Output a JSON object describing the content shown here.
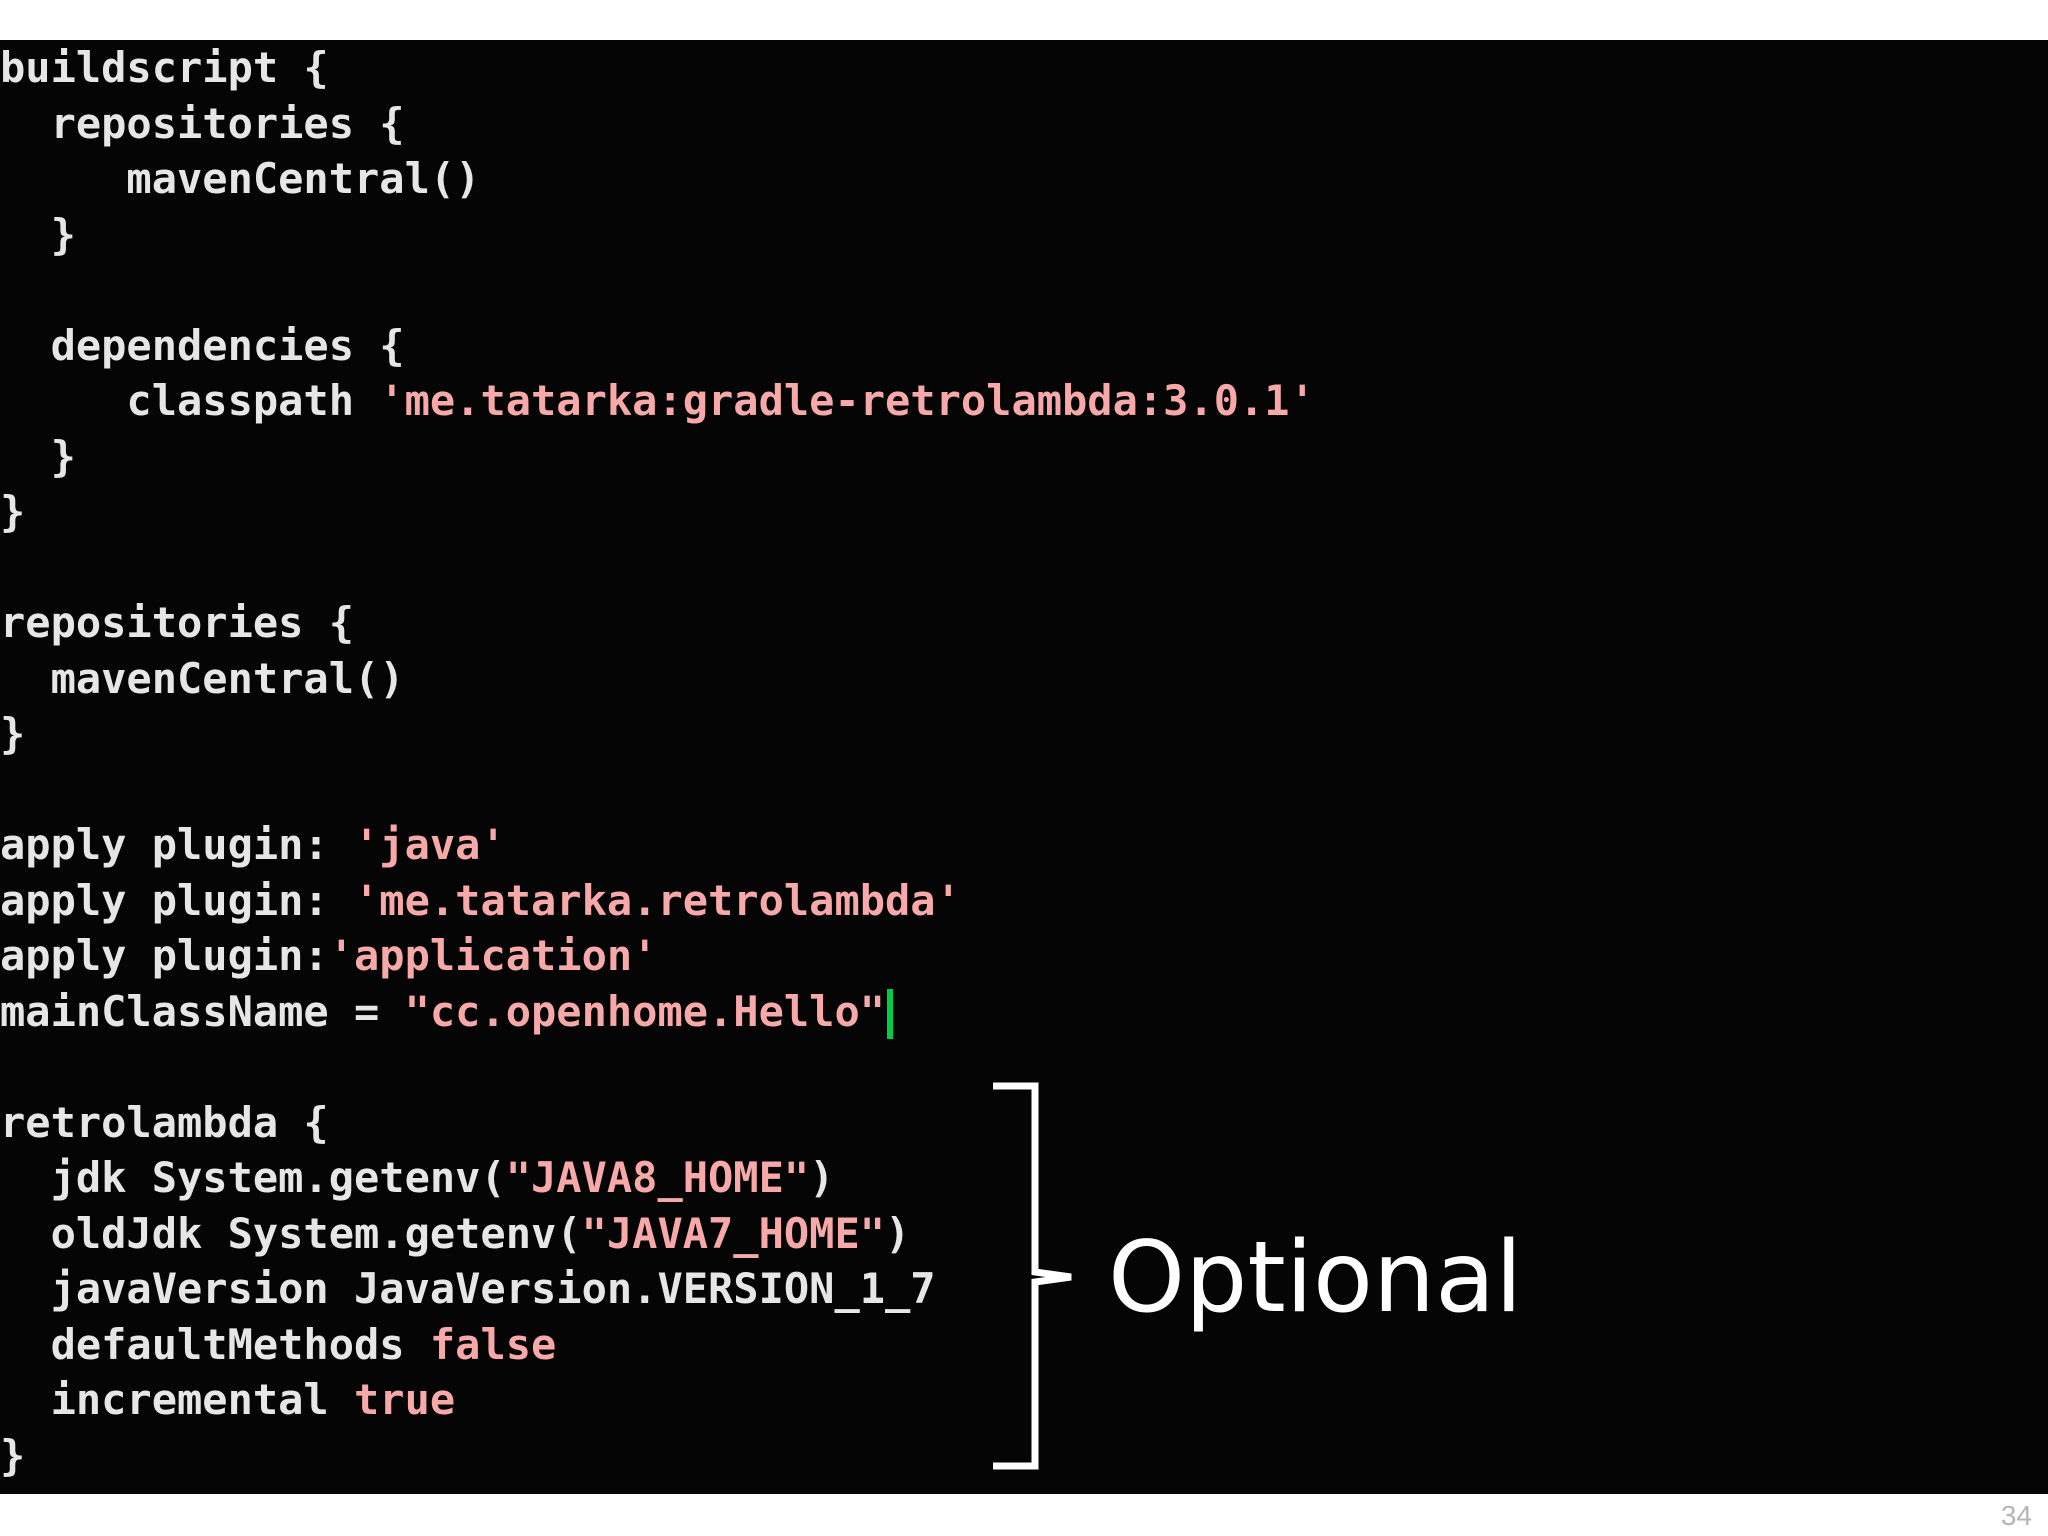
{
  "colors": {
    "background": "#050505",
    "code_text": "#e6e6e6",
    "string_literal": "#f7a8a8",
    "cursor": "#00cc44",
    "annotation": "#ffffff",
    "page_number": "#b5b5b5"
  },
  "code_lines": [
    [
      {
        "t": "buildscript {",
        "s": "plain"
      }
    ],
    [
      {
        "t": "  repositories {",
        "s": "plain"
      }
    ],
    [
      {
        "t": "     mavenCentral()",
        "s": "plain"
      }
    ],
    [
      {
        "t": "  }",
        "s": "plain"
      }
    ],
    [],
    [
      {
        "t": "  dependencies {",
        "s": "plain"
      }
    ],
    [
      {
        "t": "     classpath ",
        "s": "plain"
      },
      {
        "t": "'me.tatarka:gradle-retrolambda:3.0.1'",
        "s": "str"
      }
    ],
    [
      {
        "t": "  }",
        "s": "plain"
      }
    ],
    [
      {
        "t": "}",
        "s": "plain"
      }
    ],
    [],
    [
      {
        "t": "repositories {",
        "s": "plain"
      }
    ],
    [
      {
        "t": "  mavenCentral()",
        "s": "plain"
      }
    ],
    [
      {
        "t": "}",
        "s": "plain"
      }
    ],
    [],
    [
      {
        "t": "apply plugin: ",
        "s": "plain"
      },
      {
        "t": "'java'",
        "s": "str"
      }
    ],
    [
      {
        "t": "apply plugin: ",
        "s": "plain"
      },
      {
        "t": "'me.tatarka.retrolambda'",
        "s": "str"
      }
    ],
    [
      {
        "t": "apply plugin:",
        "s": "plain"
      },
      {
        "t": "'application'",
        "s": "str"
      }
    ],
    [
      {
        "t": "mainClassName = ",
        "s": "plain"
      },
      {
        "t": "\"cc.openhome.Hello\"",
        "s": "str"
      }
    ],
    [],
    [
      {
        "t": "retrolambda {",
        "s": "plain"
      }
    ],
    [
      {
        "t": "  jdk System.getenv(",
        "s": "plain"
      },
      {
        "t": "\"JAVA8_HOME\"",
        "s": "str"
      },
      {
        "t": ")",
        "s": "plain"
      }
    ],
    [
      {
        "t": "  oldJdk System.getenv(",
        "s": "plain"
      },
      {
        "t": "\"JAVA7_HOME\"",
        "s": "str"
      },
      {
        "t": ")",
        "s": "plain"
      }
    ],
    [
      {
        "t": "  javaVersion JavaVersion.VERSION_1_7",
        "s": "plain"
      }
    ],
    [
      {
        "t": "  defaultMethods ",
        "s": "plain"
      },
      {
        "t": "false",
        "s": "str"
      }
    ],
    [
      {
        "t": "  incremental ",
        "s": "plain"
      },
      {
        "t": "true",
        "s": "str"
      }
    ],
    [
      {
        "t": "}",
        "s": "plain"
      }
    ]
  ],
  "cursor_line": 17,
  "annotation": {
    "label": "Optional"
  },
  "page_number": "34"
}
